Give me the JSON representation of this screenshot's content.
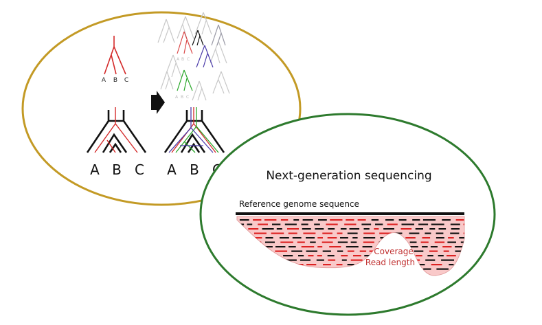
{
  "left_panel": {
    "small_tree_tips": [
      "A",
      "B",
      "C"
    ],
    "large_tree_tips": [
      "A",
      "B",
      "C"
    ],
    "gene_tree_color": "#d42a2a",
    "species_tree_color": "#111111",
    "border_color": "#c39a25"
  },
  "right_panel": {
    "title": "Next-generation sequencing",
    "reference_label": "Reference genome sequence",
    "coverage_label": "Coverage",
    "read_length_label": "Read length",
    "coverage_fill": "#f9c9c9",
    "read_colors": [
      "#111111",
      "#dd2222"
    ],
    "border_color": "#2d7a2d"
  },
  "icons": [
    "arrow-right-icon"
  ]
}
